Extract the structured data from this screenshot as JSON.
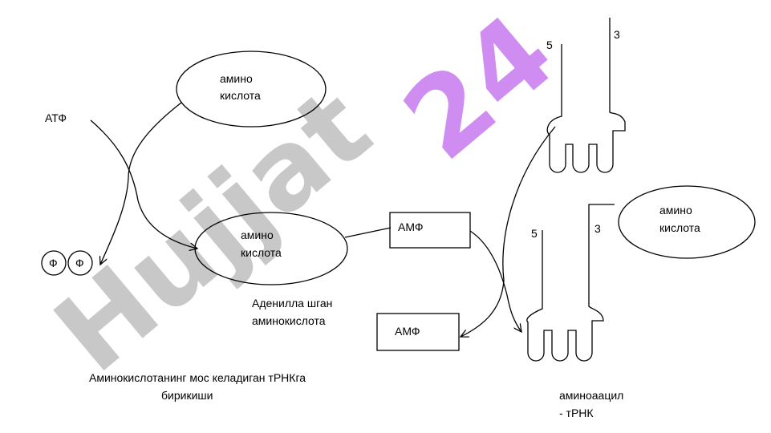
{
  "watermark": {
    "text_gray": "Hujjat",
    "text_purple": "24",
    "color_gray": "#c8c8c8",
    "color_purple": "#cf8df2"
  },
  "labels": {
    "atf": "АТФ",
    "phosphate": "Ф",
    "amino_top_1": "амино",
    "amino_top_2": "кислота",
    "amino_mid_1": "амино",
    "amino_mid_2": "кислота",
    "amino_right_1": "амино",
    "amino_right_2": "кислота",
    "amf_1": "АМФ",
    "amf_2": "АМФ",
    "adenyl_1": "Аденилла шган",
    "adenyl_2": "аминокислота",
    "caption_1": "Аминокислотанинг мос келадиган тРНКга",
    "caption_2": "бирикиши",
    "trna_top_5": "5",
    "trna_top_3": "3",
    "trna_bottom_5": "5",
    "trna_bottom_3": "3",
    "aminoacyl_1": "аминоаацил",
    "aminoacyl_2": "- тРНК"
  }
}
